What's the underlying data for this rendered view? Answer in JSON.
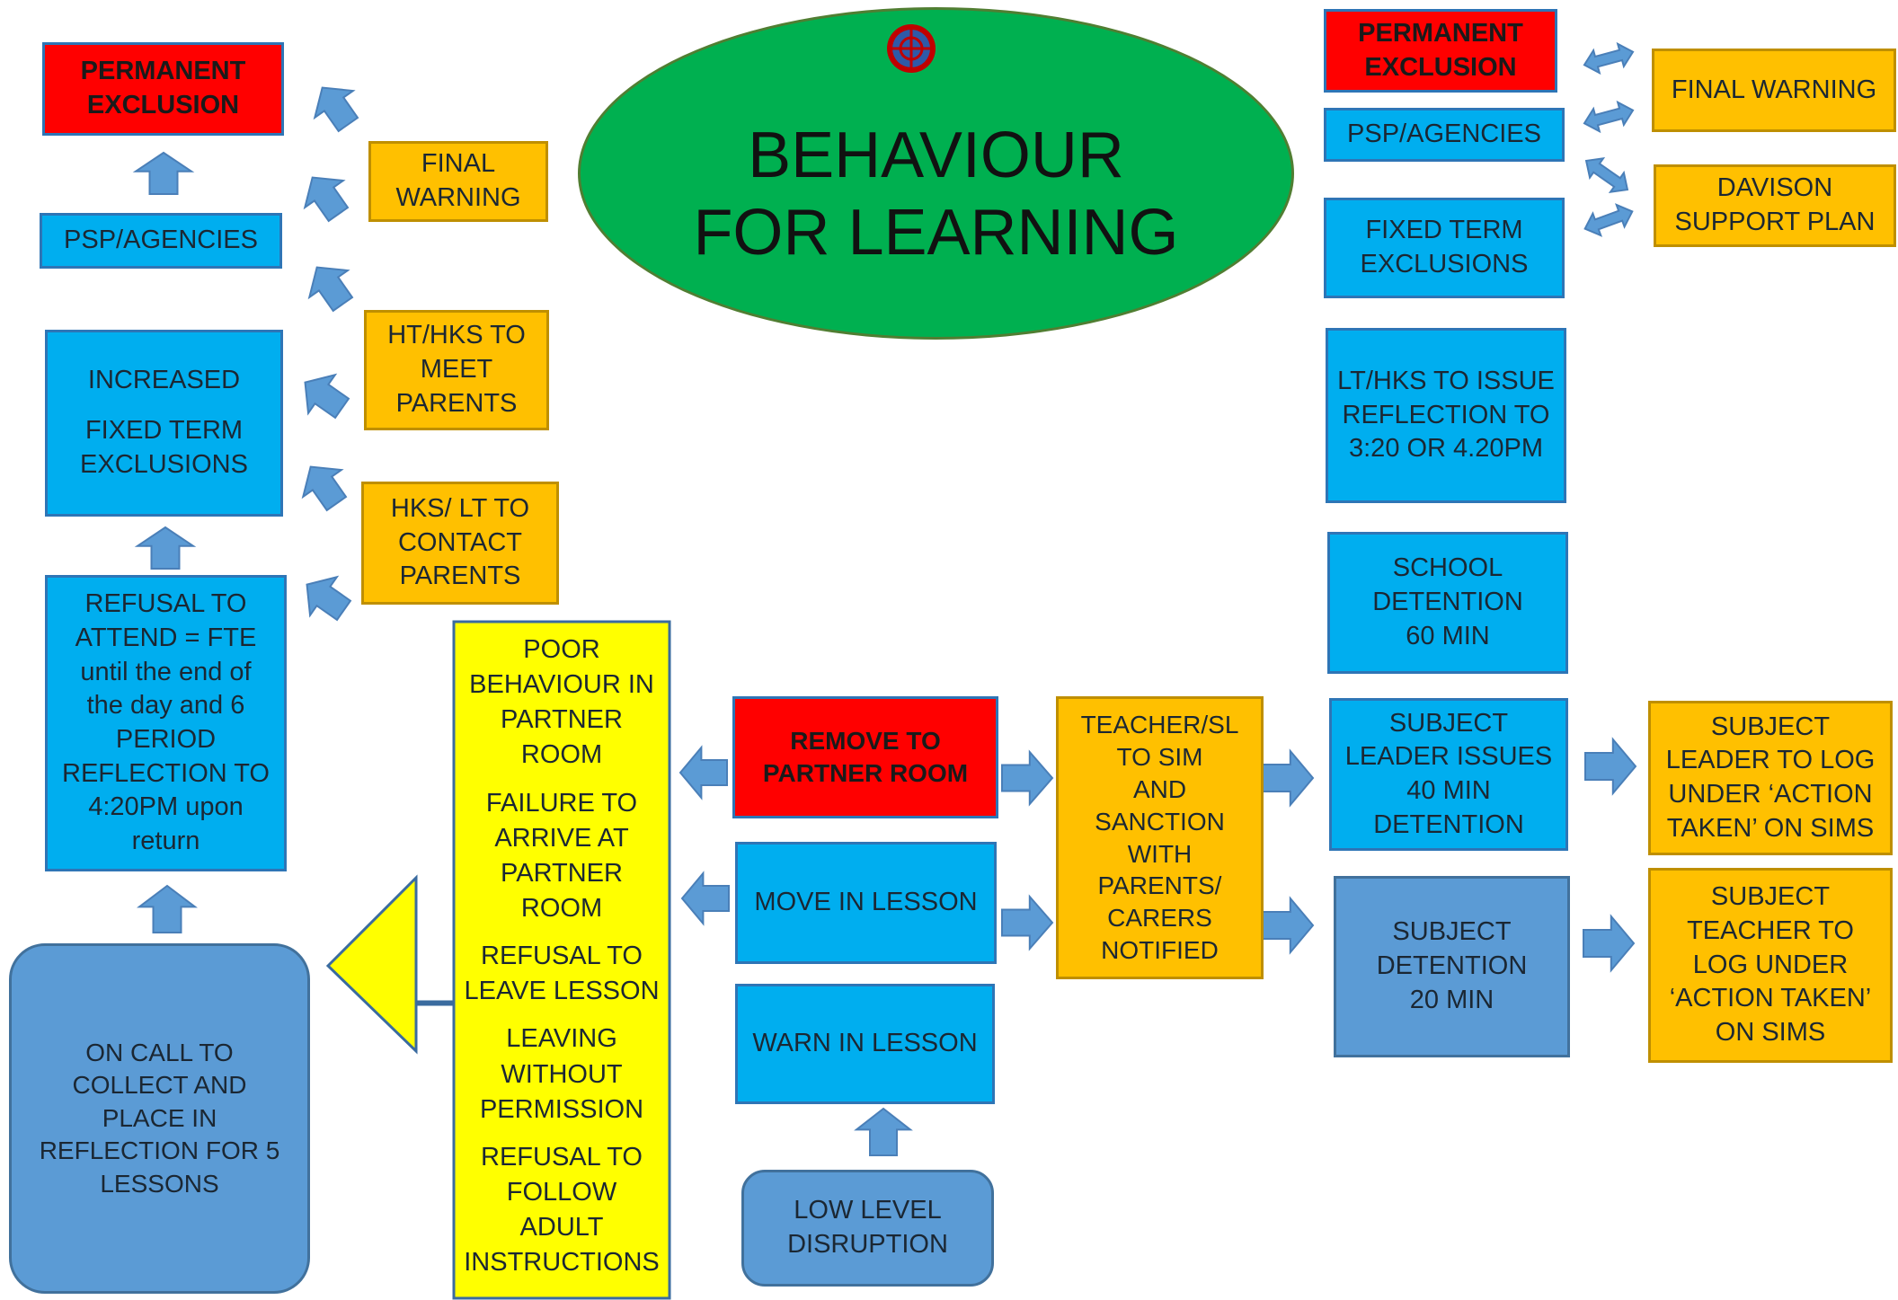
{
  "title": [
    "BEHAVIOUR",
    "FOR LEARNING"
  ],
  "logo": {
    "icon": "school-crest-icon",
    "colors": {
      "ring": "#c00000",
      "fill": "#2e5aa8"
    }
  },
  "colors": {
    "blue": "#00aeef",
    "orange": "#ffc000",
    "red": "#ff0000",
    "steel": "#5b9bd5",
    "yellow": "#ffff00",
    "green": "#00b050",
    "arrow": "#5b9bd5"
  },
  "left": {
    "permanent_exclusion": [
      "PERMANENT",
      "EXCLUSION"
    ],
    "psp_agencies": "PSP/AGENCIES",
    "increased": "INCREASED",
    "fixed_term_exclusions": [
      "FIXED TERM",
      "EXCLUSIONS"
    ],
    "refusal_to_attend": [
      "REFUSAL TO",
      "ATTEND = FTE",
      "until the end of",
      "the day and 6",
      "PERIOD",
      "REFLECTION TO",
      "4:20PM upon",
      "return"
    ],
    "on_call": [
      "ON CALL TO",
      "COLLECT AND",
      "PLACE IN",
      "REFLECTION FOR 5",
      "LESSONS"
    ],
    "final_warning": [
      "FINAL",
      "WARNING"
    ],
    "ht_hks_meet": [
      "HT/HKS TO",
      "MEET",
      "PARENTS"
    ],
    "hks_lt_contact": [
      "HKS/ LT TO",
      "CONTACT",
      "PARENTS"
    ]
  },
  "poor_behaviour": [
    [
      "POOR",
      "BEHAVIOUR IN",
      "PARTNER",
      "ROOM"
    ],
    [
      "FAILURE TO",
      "ARRIVE AT",
      "PARTNER",
      "ROOM"
    ],
    [
      "REFUSAL TO",
      "LEAVE LESSON"
    ],
    [
      "LEAVING",
      "WITHOUT",
      "PERMISSION"
    ],
    [
      "REFUSAL TO",
      "FOLLOW",
      "ADULT",
      "INSTRUCTIONS"
    ]
  ],
  "center": {
    "remove_to_partner_room": [
      "REMOVE TO",
      "PARTNER ROOM"
    ],
    "move_in_lesson": "MOVE IN LESSON",
    "warn_in_lesson": "WARN IN LESSON",
    "low_level_disruption": [
      "LOW LEVEL",
      "DISRUPTION"
    ],
    "teacher_sl": [
      "TEACHER/SL",
      "TO SIM",
      "AND",
      "SANCTION",
      "WITH",
      "PARENTS/",
      "CARERS",
      "NOTIFIED"
    ]
  },
  "right": {
    "permanent_exclusion": [
      "PERMANENT",
      "EXCLUSION"
    ],
    "psp_agencies": "PSP/AGENCIES",
    "fixed_term_exclusions": [
      "FIXED TERM",
      "EXCLUSIONS"
    ],
    "final_warning": "FINAL WARNING",
    "davison_support_plan": [
      "DAVISON",
      "SUPPORT PLAN"
    ],
    "lt_hks_issue": [
      "LT/HKS TO ISSUE",
      "REFLECTION TO",
      "3:20 OR 4.20PM"
    ],
    "school_detention": [
      "SCHOOL",
      "DETENTION",
      "60 MIN"
    ],
    "subject_leader_issues": [
      "SUBJECT",
      "LEADER  ISSUES",
      "40 MIN",
      "DETENTION"
    ],
    "subject_detention": [
      "SUBJECT",
      "DETENTION",
      "20 MIN"
    ],
    "subject_leader_log": [
      "SUBJECT",
      "LEADER TO LOG",
      "UNDER ‘ACTION",
      "TAKEN’ ON SIMS"
    ],
    "subject_teacher_log": [
      "SUBJECT",
      "TEACHER TO",
      "LOG UNDER",
      "‘ACTION TAKEN’",
      "ON SIMS"
    ]
  }
}
